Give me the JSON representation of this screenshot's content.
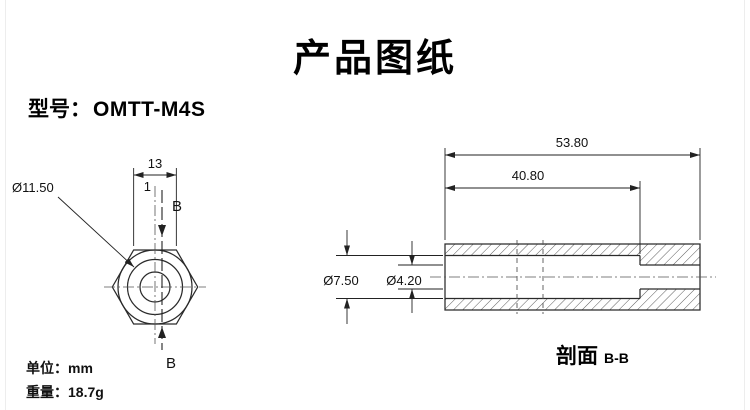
{
  "header": {
    "title": "产品图纸",
    "model_label": "型号：",
    "model_value": "OMTT-M4S"
  },
  "front_view": {
    "dim_across_flats": "13",
    "dim_offset": "1",
    "dim_outer_diameter": "Ø11.50",
    "section_label_top": "B",
    "section_label_bottom": "B"
  },
  "section_view": {
    "dim_total_length": "53.80",
    "dim_bore_length": "40.80",
    "dim_bore_large": "Ø7.50",
    "dim_bore_small": "Ø4.20",
    "caption": "剖面",
    "caption_ref": "B-B"
  },
  "footer": {
    "unit": "单位：mm",
    "weight": "重量：18.7g"
  },
  "colors": {
    "line": "#2a2a2a",
    "text": "#111111"
  }
}
